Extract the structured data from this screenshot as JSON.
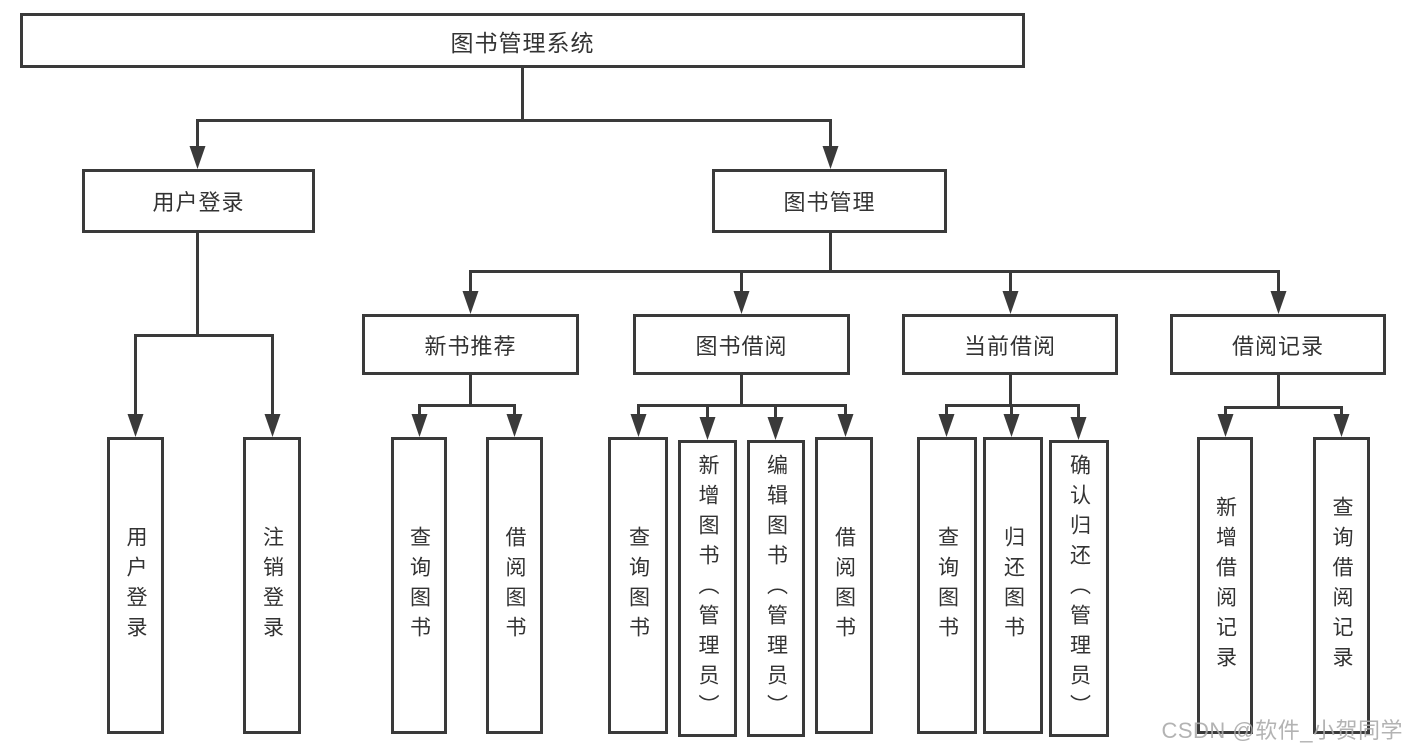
{
  "diagram_title": "图书管理系统",
  "tree": {
    "root": {
      "label": "图书管理系统",
      "children": [
        {
          "label": "用户登录",
          "children": [
            {
              "label": "用户登录"
            },
            {
              "label": "注销登录"
            }
          ]
        },
        {
          "label": "图书管理",
          "children": [
            {
              "label": "新书推荐",
              "children": [
                {
                  "label": "查询图书"
                },
                {
                  "label": "借阅图书"
                }
              ]
            },
            {
              "label": "图书借阅",
              "children": [
                {
                  "label": "查询图书"
                },
                {
                  "label": "新增图书（管理员）"
                },
                {
                  "label": "编辑图书（管理员）"
                },
                {
                  "label": "借阅图书"
                }
              ]
            },
            {
              "label": "当前借阅",
              "children": [
                {
                  "label": "查询图书"
                },
                {
                  "label": "归还图书"
                },
                {
                  "label": "确认归还（管理员）"
                }
              ]
            },
            {
              "label": "借阅记录",
              "children": [
                {
                  "label": "新增借阅记录"
                },
                {
                  "label": "查询借阅记录"
                }
              ]
            }
          ]
        }
      ]
    }
  },
  "watermark": {
    "text": "CSDN @软件_小贺同学"
  },
  "colors": {
    "line": "#3a3a3a",
    "text": "#333333",
    "watermark": "#a8a8a8",
    "background": "#ffffff"
  }
}
